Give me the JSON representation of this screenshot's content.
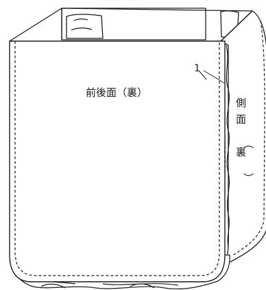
{
  "labels": {
    "front_back": "前後面（裏）",
    "side": [
      "側",
      "面",
      "（",
      "裏",
      "）"
    ],
    "marker": "1"
  },
  "colors": {
    "line": "#1a1a1a",
    "fill": "#ffffff"
  }
}
